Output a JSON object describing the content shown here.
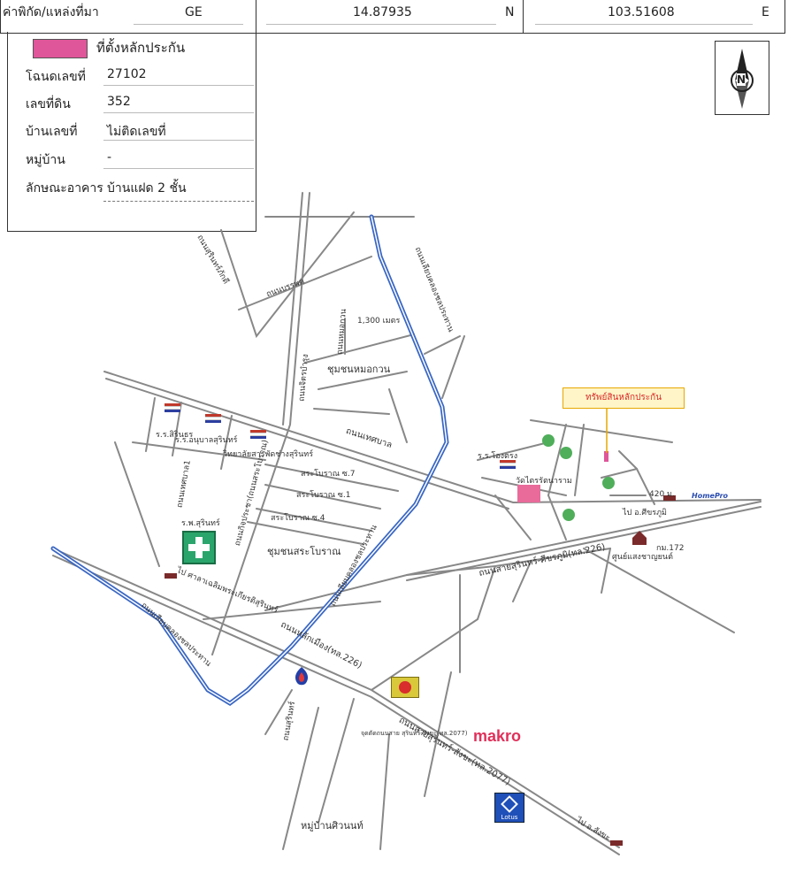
{
  "header": {
    "coord_label": "ค่าพิกัด/แหล่งที่มา",
    "source": "GE",
    "latitude": "14.87935",
    "lat_dir": "N",
    "longitude": "103.51608",
    "lon_dir": "E"
  },
  "info": {
    "legend_label": "ที่ตั้งหลักประกัน",
    "legend_color": "#e0569a",
    "rows": [
      {
        "label": "โฉนดเลขที่",
        "value": "27102"
      },
      {
        "label": "เลขที่ดิน",
        "value": "352"
      },
      {
        "label": "บ้านเลขที่",
        "value": "ไม่ติดเลขที่"
      },
      {
        "label": "หมู่บ้าน",
        "value": "-"
      },
      {
        "label": "ลักษณะอาคาร",
        "value": "บ้านแฝด 2 ชั้น"
      }
    ]
  },
  "compass": {
    "letter": "N"
  },
  "map": {
    "road_color": "#777777",
    "canal_color": "#3a67c4",
    "callout": "ทรัพย์สินหลักประกัน",
    "labels": {
      "community_mokwan": "ชุมชนหมอกวน",
      "community_sabo": "ชุมชนสระโบราณ",
      "distance_1300": "1,300 เมตร",
      "distance_420": "420 ม.",
      "road_thesabarn": "ถนนเทศบาล",
      "road_surin_sikhoraphum": "ถนนสายสุรินทร์-ศีขรภูมิ(ทล.226)",
      "road_lak_muang": "ถนนหลักเมือง(ทล.226)",
      "road_surin_sangkha": "ถนนสายสุรินทร์-สังขะ(ทล.2077)",
      "road_kreng": "ถนนกิจประชา(ถนนสระโบราณ)",
      "road_to_sikhoraphum": "ไป อ.ศีขรภูมิ",
      "road_to_sangkha": "ไป อ.สังขะ",
      "road_to_prasat": "ไป ศาลาเฉลิมพระเกียรติสุรินทร์",
      "school_sirin": "ร.ร.สิรินธร",
      "school_anuban": "ร.ร.อนุบาลสุรินทร์",
      "college": "วิทยาลัยสารพัดช่างสุรินทร์",
      "hospital": "ร.พ.สุรินทร์",
      "school_ongtrang": "ร.ร.โองตรง",
      "temple": "วัดไตรรัตนาราม",
      "km172": "กม.172",
      "shop": "ศูนย์แสงชาญยนต์",
      "village_siwanon": "หมู่บ้านศิวนนท์",
      "junction_note": "จุดตัดถนนสาย สุรินทร์-สังขะ(ทล.2077)",
      "soi_7": "สระโบราณ ซ.7",
      "soi_1": "สระโบราณ ซ.1",
      "soi_4": "สระโบราณ ซ.4",
      "road_canal_east": "ถนนเลียบคลองชลประทาน",
      "road_canal_west": "ถนนเลียบคลองชลประทาน",
      "road_north": "ถนนบรรพต",
      "road_nw": "ถนนสุรินทร์ภักดี",
      "road_kajonpha": "ถนนจิตรบำรุง",
      "road_sabo_n": "ถนนหมอกวน",
      "road_mid": "ถนนเลียบคลองชลประทาน",
      "road_south": "ถนนเทศบาล1",
      "road_south2": "ถนนสุรินทร์"
    },
    "brands": {
      "makro": "makro",
      "homepro": "HomePro",
      "lotus": "Lotus"
    }
  }
}
